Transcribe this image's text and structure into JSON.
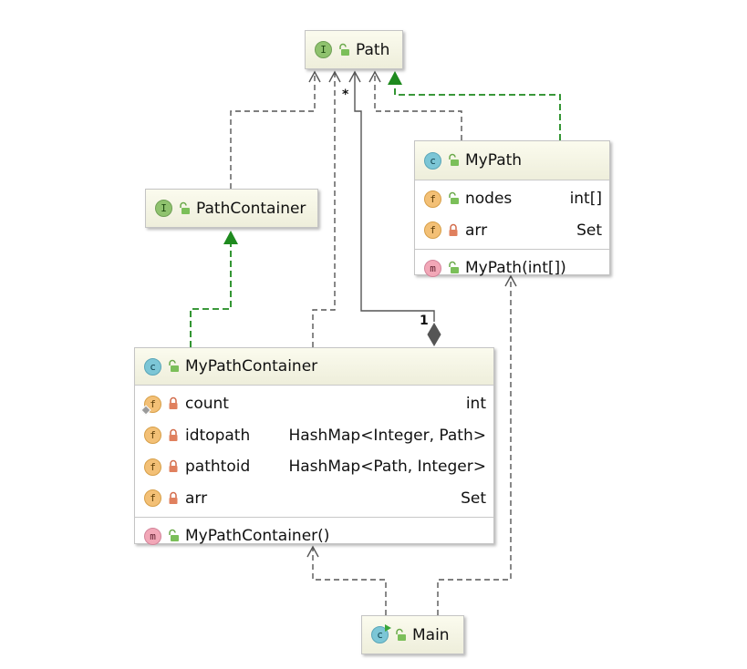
{
  "interfaces": {
    "path": {
      "name": "Path",
      "kind": "I"
    },
    "path_container": {
      "name": "PathContainer",
      "kind": "I"
    }
  },
  "classes": {
    "my_path": {
      "name": "MyPath",
      "kind": "C",
      "fields": [
        {
          "kind": "f",
          "name": "nodes",
          "type": "int[]",
          "visibility": "public"
        },
        {
          "kind": "f",
          "name": "arr",
          "type": "Set",
          "visibility": "private"
        }
      ],
      "methods": [
        {
          "kind": "m",
          "signature": "MyPath(int[])",
          "visibility": "public"
        }
      ]
    },
    "my_path_container": {
      "name": "MyPathContainer",
      "kind": "C",
      "fields": [
        {
          "kind": "f",
          "name": "count",
          "type": "int",
          "visibility": "private",
          "static": true
        },
        {
          "kind": "f",
          "name": "idtopath",
          "type": "HashMap<Integer, Path>",
          "visibility": "private"
        },
        {
          "kind": "f",
          "name": "pathtoid",
          "type": "HashMap<Path, Integer>",
          "visibility": "private"
        },
        {
          "kind": "f",
          "name": "arr",
          "type": "Set",
          "visibility": "private"
        }
      ],
      "methods": [
        {
          "kind": "m",
          "signature": "MyPathContainer()",
          "visibility": "public"
        }
      ]
    },
    "main": {
      "name": "Main",
      "kind": "C"
    }
  },
  "relations": {
    "composition_source_multiplicity": "1",
    "composition_target_multiplicity": "*"
  },
  "colors": {
    "realization": "#1e8a1e",
    "dependency": "#555555",
    "composition": "#555555",
    "header_gradient_top": "#fbfbee",
    "header_gradient_bottom": "#eeeedb"
  },
  "icons": {
    "interface": "interface-icon",
    "class": "class-icon",
    "runnable_class": "runnable-class-icon",
    "field": "field-icon",
    "method": "method-icon",
    "public": "unlocked-padlock-icon",
    "private": "locked-padlock-icon"
  }
}
